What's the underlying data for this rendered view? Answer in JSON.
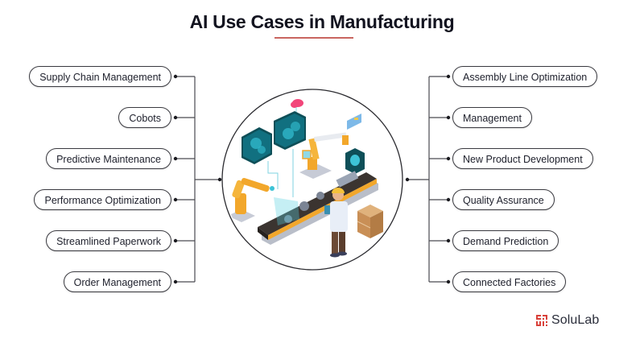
{
  "title": "AI Use Cases in Manufacturing",
  "colors": {
    "title": "#12131f",
    "underline": "#c9655f",
    "robot_arm": "#f2a72b",
    "teal_panel": "#0f5c66",
    "conveyor": "#3b3430",
    "box": "#c98f56",
    "logo_red": "#d9413a"
  },
  "left_items": [
    {
      "label": "Supply Chain Management"
    },
    {
      "label": "Cobots"
    },
    {
      "label": "Predictive Maintenance"
    },
    {
      "label": "Performance Optimization"
    },
    {
      "label": "Streamlined Paperwork"
    },
    {
      "label": "Order Management"
    }
  ],
  "right_items": [
    {
      "label": "Assembly Line Optimization"
    },
    {
      "label": "Management"
    },
    {
      "label": "New Product Development"
    },
    {
      "label": "Quality Assurance"
    },
    {
      "label": "Demand Prediction"
    },
    {
      "label": "Connected Factories"
    }
  ],
  "center_illustration": {
    "icon": "smart-factory-illustration",
    "elements": [
      "robot-arm",
      "conveyor-belt",
      "gear-panel",
      "cloud",
      "worker-with-tablet",
      "cardboard-boxes"
    ]
  },
  "brand": {
    "name": "SoluLab",
    "icon": "solulab-logo-icon"
  }
}
